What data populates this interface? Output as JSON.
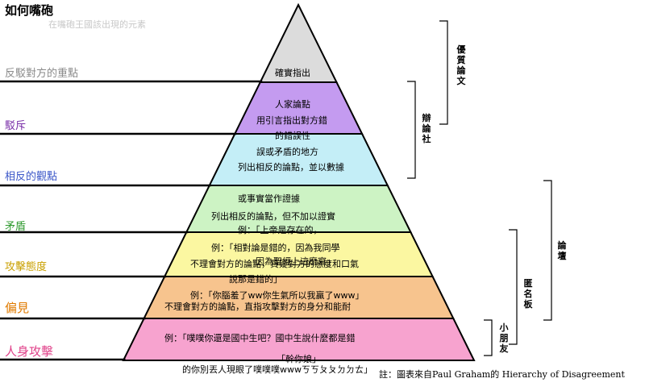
{
  "title": "如何嘴砲",
  "subtitle": "在嘴砲王國該出現的元素",
  "tiers": [
    {
      "left_label": "反駁對方的重點",
      "left_label_color": "#8a8a8a",
      "fill": "#dcdcdc",
      "lines": [
        "確實指出",
        "人家論點",
        "的錯誤性"
      ]
    },
    {
      "left_label": "駁斥",
      "left_label_color": "#7a2fa8",
      "fill": "#c49bf0",
      "lines": [
        "用引言指出對方錯",
        "誤或矛盾的地方"
      ]
    },
    {
      "left_label": "相反的觀點",
      "left_label_color": "#3a56c8",
      "fill": "#c4eef7",
      "lines": [
        "列出相反的論點，並以數據",
        "或事實當作證據",
        "例：「上帝是存在的，",
        "　　因為聖經上這麼寫」"
      ]
    },
    {
      "left_label": "矛盾",
      "left_label_color": "#2e9a2e",
      "fill": "#cdf3c4",
      "lines": [
        "列出相反的論點，但不加以證實",
        "例：「相對論是錯的，因為我同學",
        "　　說那是錯的」"
      ]
    },
    {
      "left_label": "攻擊態度",
      "left_label_color": "#c9a000",
      "fill": "#fbf7a1",
      "lines": [
        "不理會對方的論點，質疑對方的態度和口氣",
        "例：「你腦羞了ww你生氣所以我贏了www」"
      ]
    },
    {
      "left_label": "偏見",
      "left_label_color": "#e07a00",
      "fill": "#f7c48e",
      "lines": [
        "不理會對方的論點，直指攻擊對方的身分和能耐",
        "例：「噗噗你還是國中生吧？國中生說什麼都是錯",
        "　　的你別丟人現眼了噗噗噗wwwㄎㄎㄆㄆㄉㄉㄊ」"
      ]
    },
    {
      "left_label": "人身攻擊",
      "left_label_color": "#e0428a",
      "fill": "#f7a3cf",
      "lines": [
        "「幹你娘」"
      ]
    }
  ],
  "brackets": [
    {
      "label": "優質論文"
    },
    {
      "label": "辯論社"
    },
    {
      "label": "論壇"
    },
    {
      "label": "匿名板"
    },
    {
      "label": "小朋友"
    }
  ],
  "footnote": "註：圖表來自Paul Graham的 Hierarchy of Disagreement"
}
